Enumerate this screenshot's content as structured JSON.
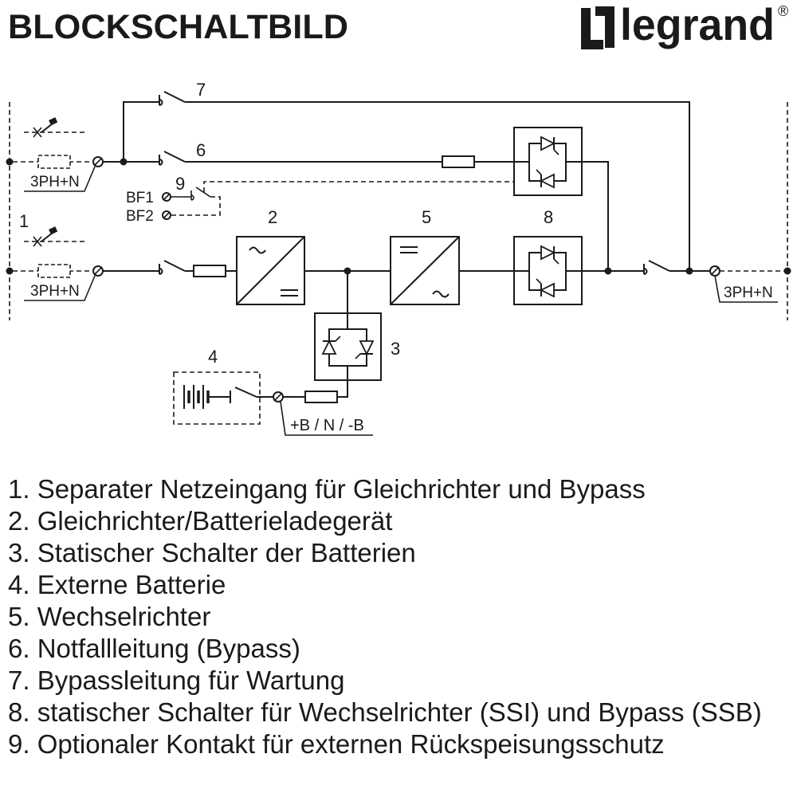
{
  "title": "BLOCKSCHALTBILD",
  "logo": {
    "icon": "legrand-logo-icon",
    "wordmark": "legrand",
    "registered": "®",
    "brand_color": "#e2231a"
  },
  "colors": {
    "ink": "#1a1a1a",
    "background": "#ffffff"
  },
  "diagram": {
    "markers": {
      "m1": "1",
      "m2": "2",
      "m3": "3",
      "m4": "4",
      "m5": "5",
      "m6": "6",
      "m7": "7",
      "m8": "8",
      "m9": "9"
    },
    "bypass_input_label": "3PH+N",
    "rectifier_input_label": "3PH+N",
    "output_label": "3PH+N",
    "contact_bf1": "BF1",
    "contact_bf2": "BF2",
    "battery_terminal_label": "+B / N / -B"
  },
  "legend": [
    "1. Separater Netzeingang für Gleichrichter und Bypass",
    "2. Gleichrichter/Batterieladegerät",
    "3. Statischer Schalter der Batterien",
    "4. Externe Batterie",
    "5. Wechselrichter",
    "6. Notfallleitung (Bypass)",
    "7. Bypassleitung für Wartung",
    "8. statischer Schalter für Wechselrichter (SSI) und Bypass (SSB)",
    "9. Optionaler Kontakt für externen Rückspeisungsschutz"
  ]
}
